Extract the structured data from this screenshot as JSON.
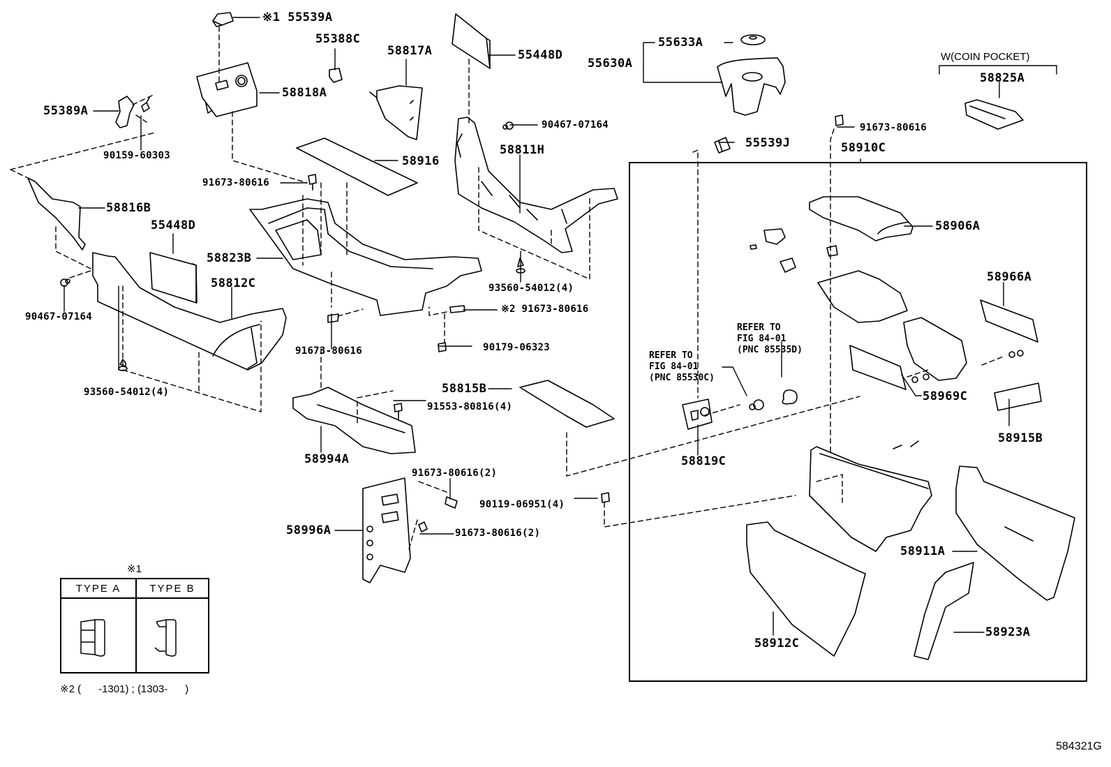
{
  "diagram": {
    "figure_id": "584321G",
    "group_label": "58910C",
    "coin_pocket_note": "W(COIN POCKET)",
    "parts": [
      {
        "id": "p1",
        "label": "※1 55539A"
      },
      {
        "id": "p2",
        "label": "55388C"
      },
      {
        "id": "p3",
        "label": "58817A"
      },
      {
        "id": "p4",
        "label": "55448D"
      },
      {
        "id": "p5",
        "label": "55633A"
      },
      {
        "id": "p6",
        "label": "55630A"
      },
      {
        "id": "p7",
        "label": "58825A"
      },
      {
        "id": "p8",
        "label": "55389A"
      },
      {
        "id": "p9",
        "label": "58818A"
      },
      {
        "id": "p10",
        "label": "90467-07164"
      },
      {
        "id": "p11",
        "label": "91673-80616"
      },
      {
        "id": "p12",
        "label": "90159-60303"
      },
      {
        "id": "p13",
        "label": "55539J"
      },
      {
        "id": "p14",
        "label": "58811H"
      },
      {
        "id": "p15",
        "label": "58916"
      },
      {
        "id": "p16",
        "label": "58910C"
      },
      {
        "id": "p17",
        "label": "91673-80616"
      },
      {
        "id": "p18",
        "label": "58816B"
      },
      {
        "id": "p19",
        "label": "55448D"
      },
      {
        "id": "p20",
        "label": "58906A"
      },
      {
        "id": "p21",
        "label": "58823B"
      },
      {
        "id": "p22",
        "label": "58812C"
      },
      {
        "id": "p23",
        "label": "93560-54012(4)"
      },
      {
        "id": "p24",
        "label": "58966A"
      },
      {
        "id": "p25",
        "label": "90467-07164"
      },
      {
        "id": "p26",
        "label": "※2 91673-80616"
      },
      {
        "id": "p27",
        "label": "91673-80616"
      },
      {
        "id": "p28",
        "label": "90179-06323"
      },
      {
        "id": "p29",
        "label": "58969C"
      },
      {
        "id": "p30",
        "label": "93560-54012(4)"
      },
      {
        "id": "p31",
        "label": "58815B"
      },
      {
        "id": "p32",
        "label": "91553-80816(4)"
      },
      {
        "id": "p33",
        "label": "58915B"
      },
      {
        "id": "p34",
        "label": "58819C"
      },
      {
        "id": "p35",
        "label": "58994A"
      },
      {
        "id": "p36",
        "label": "91673-80616(2)"
      },
      {
        "id": "p37",
        "label": "90119-06951(4)"
      },
      {
        "id": "p38",
        "label": "58996A"
      },
      {
        "id": "p39",
        "label": "91673-80616(2)"
      },
      {
        "id": "p40",
        "label": "58911A"
      },
      {
        "id": "p41",
        "label": "58923A"
      },
      {
        "id": "p42",
        "label": "58912C"
      }
    ],
    "references": [
      {
        "id": "r1",
        "text": "REFER TO\nFIG 84-01\n(PNC 85535D)"
      },
      {
        "id": "r2",
        "text": "REFER TO\nFIG 84-01\n(PNC 85530C)"
      }
    ],
    "legend": {
      "title": "※1",
      "col_a": "TYPE  A",
      "col_b": "TYPE  B"
    },
    "footnote": "※2 (      -1301) ; (1303-      )"
  }
}
